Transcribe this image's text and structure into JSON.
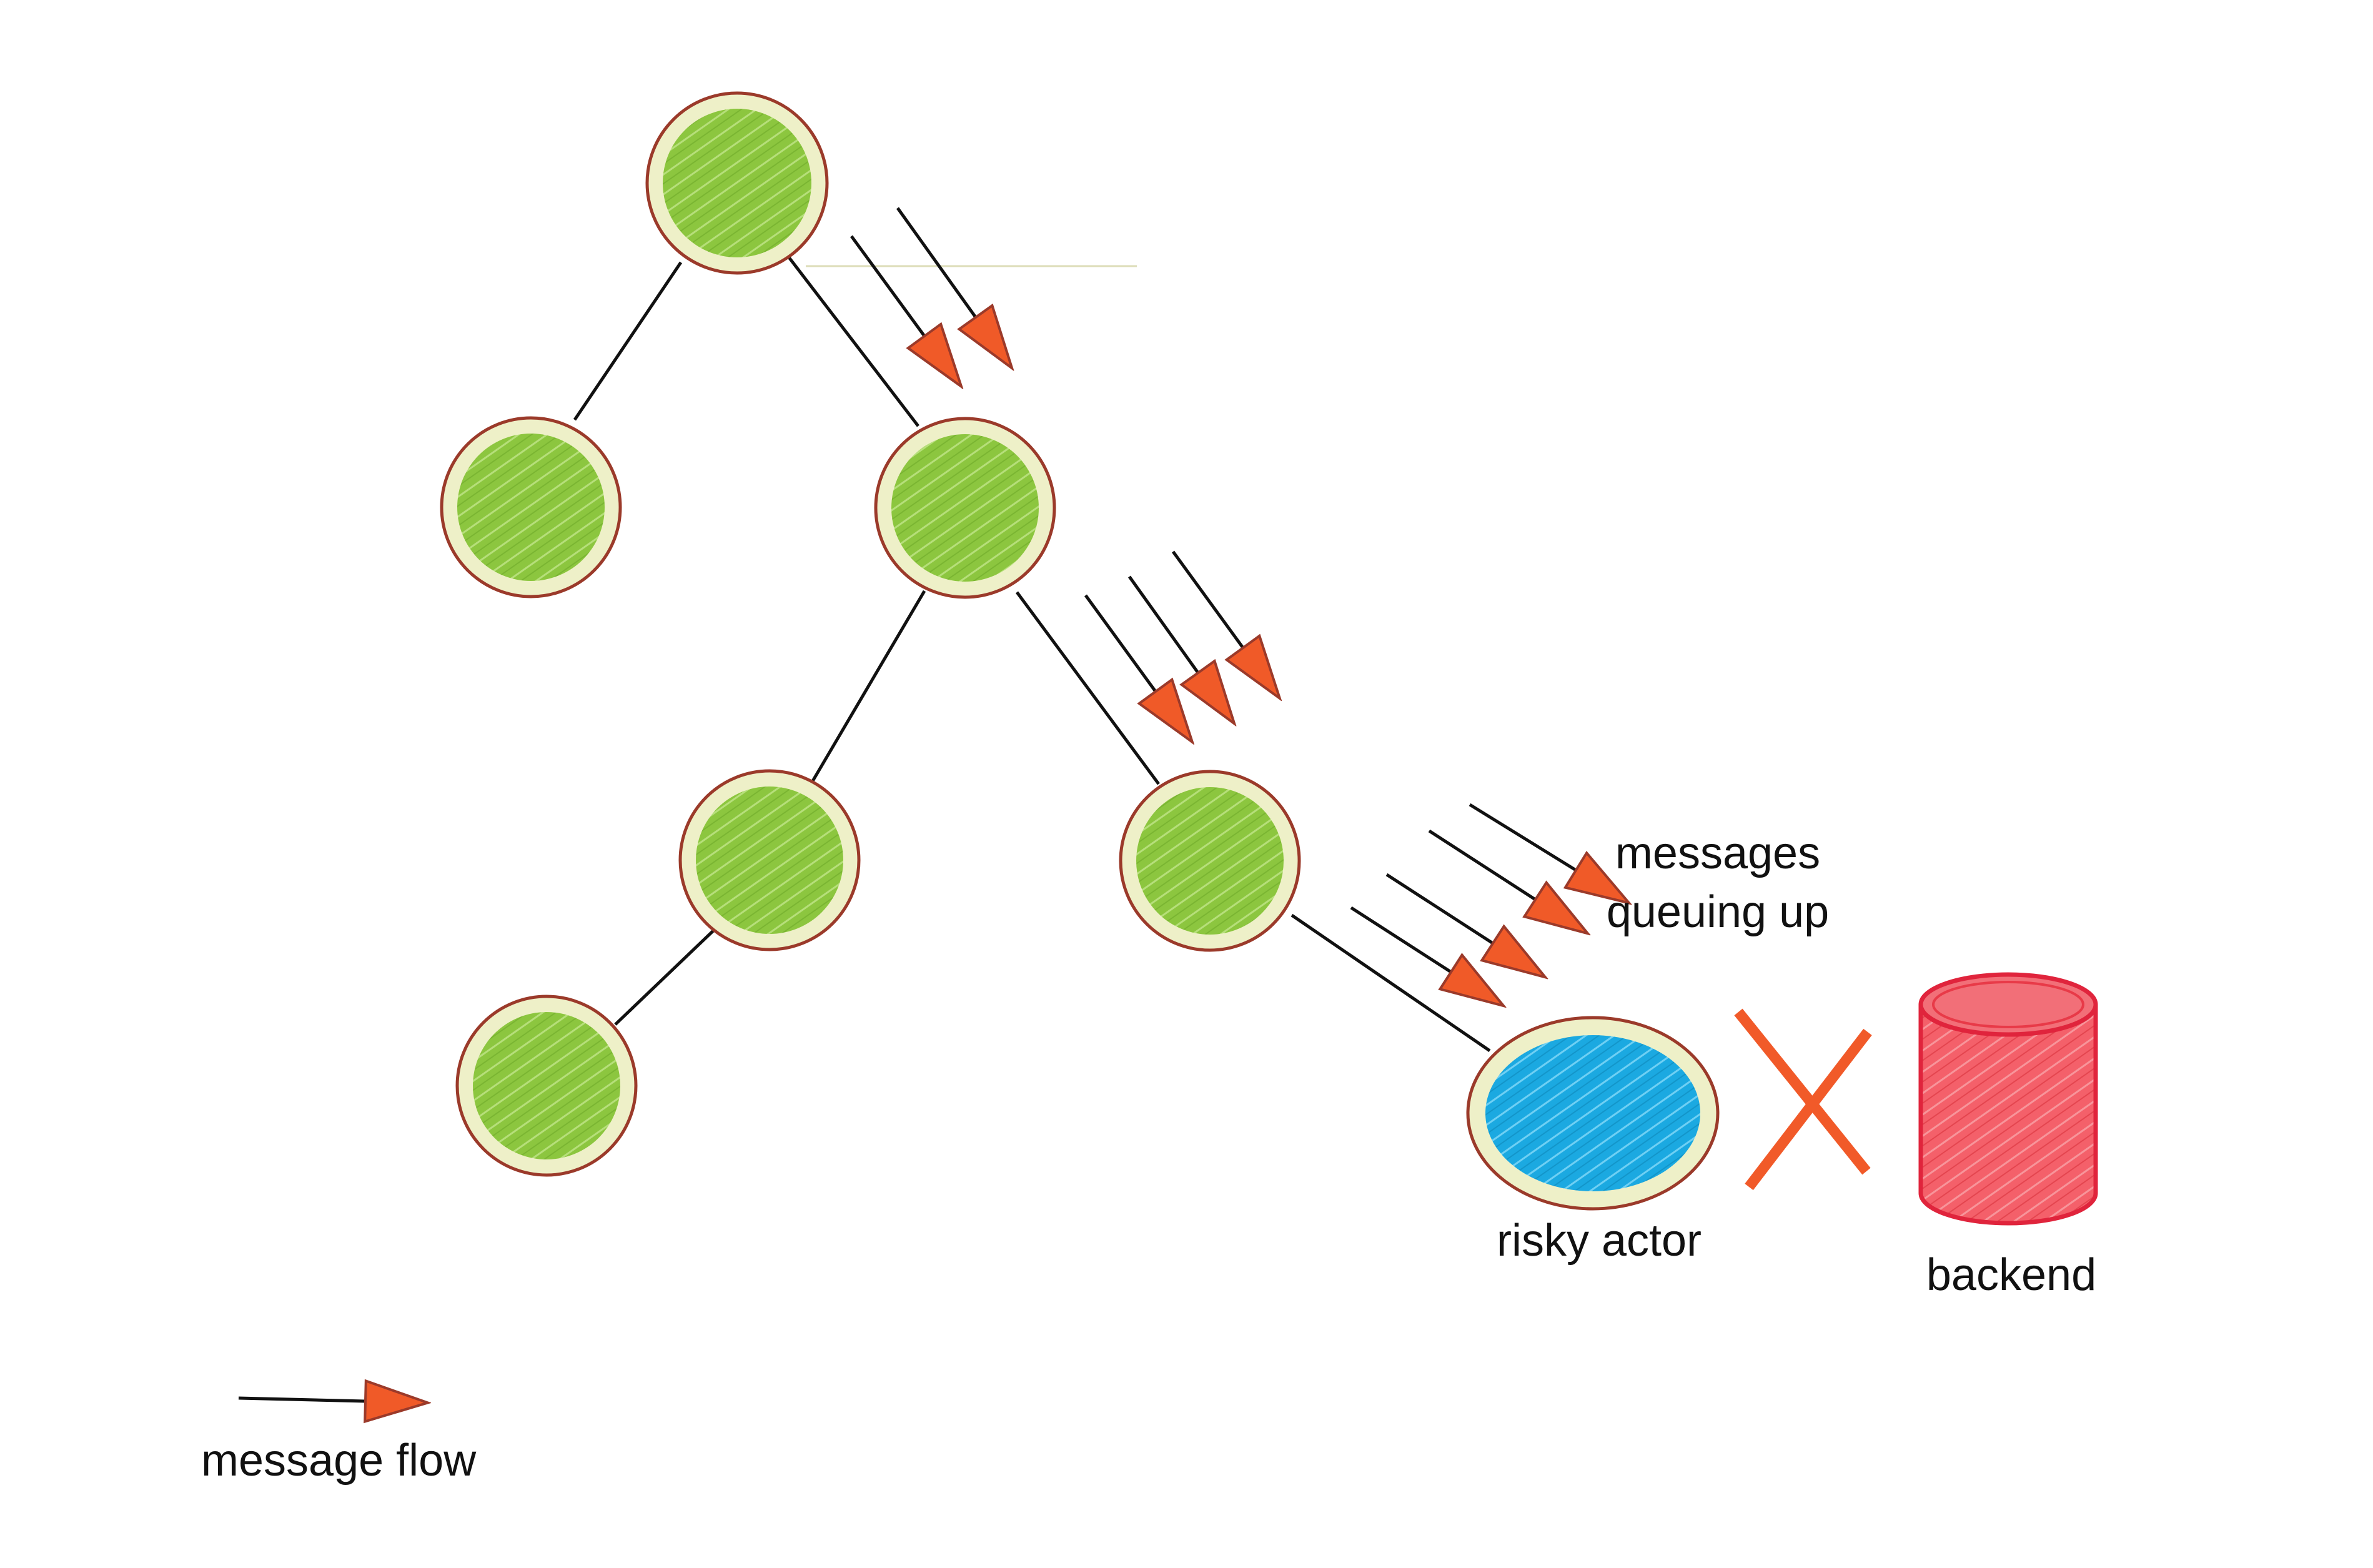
{
  "labels": {
    "queue": "messages queuing up",
    "risky_actor": "risky actor",
    "backend": "backend",
    "legend": "message flow"
  },
  "colors": {
    "actor_fill": "#8cc63f",
    "actor_ring": "#eef0c8",
    "actor_border": "#9b3a2a",
    "risky_fill": "#1ba9e1",
    "arrow_head": "#f05a28",
    "cross": "#f15a29",
    "backend_fill": "#f4606a",
    "backend_stroke": "#e0243c",
    "edge": "#111111"
  },
  "icons": {
    "actor": "circle-node-icon",
    "risky_actor": "ellipse-node-icon",
    "blocked": "x-cross-icon",
    "backend": "database-cylinder-icon",
    "message": "arrow-icon"
  }
}
